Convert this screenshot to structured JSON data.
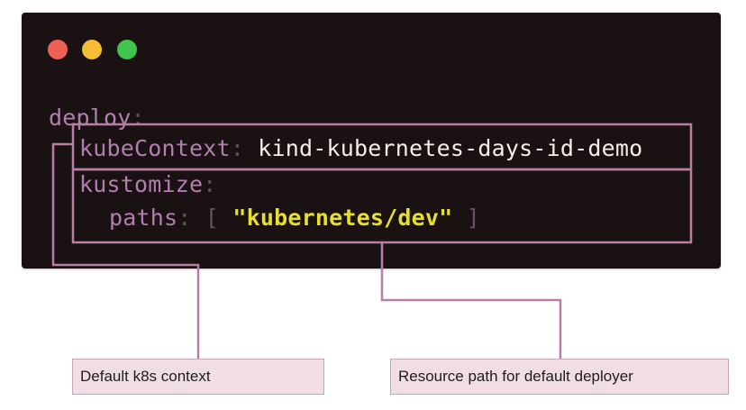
{
  "window": {
    "controls": [
      "close-dot",
      "minimize-dot",
      "maximize-dot"
    ]
  },
  "code": {
    "deploy_key": "deploy",
    "kube_context_key": "kubeContext",
    "kube_context_value": "kind-kubernetes-days-id-demo",
    "kustomize_key": "kustomize",
    "paths_key": "paths",
    "paths_value": "\"kubernetes/dev\"",
    "colon": ":",
    "bracket_open": "[",
    "bracket_close": "]"
  },
  "annotations": {
    "left_label": "Default k8s context",
    "right_label": "Resource path for default deployer"
  },
  "colors": {
    "terminal_bg": "#1a1212",
    "key": "#b07fae",
    "string": "#e6df2e",
    "value": "#f2eee9",
    "annotation": "#b87fa5",
    "label_bg": "#f1dde6"
  }
}
